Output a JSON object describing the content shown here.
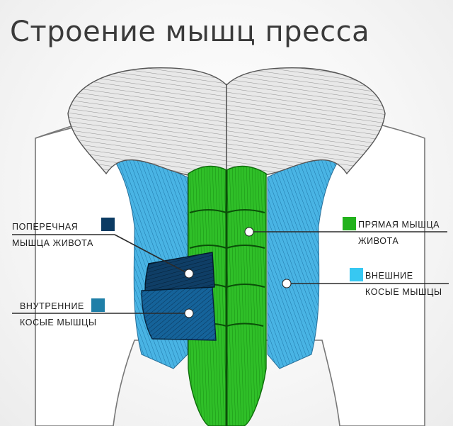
{
  "title": "Строение мышц пресса",
  "labels": {
    "transverse": {
      "line1": "ПОПЕРЕЧНАЯ",
      "line2": "МЫШЦА ЖИВОТА",
      "color": "#0b3b63"
    },
    "internal": {
      "line1": "ВНУТРЕННИЕ",
      "line2": "КОСЫЕ МЫШЦЫ",
      "color": "#1f7fa8"
    },
    "rectus": {
      "line1": "ПРЯМАЯ МЫШЦА",
      "line2": "ЖИВОТА",
      "color": "#22b21c"
    },
    "external": {
      "line1": "ВНЕШНИЕ",
      "line2": "КОСЫЕ МЫШЦЫ",
      "color": "#37c8f2"
    }
  },
  "colors": {
    "pectoral": "#d9d9d9",
    "rectus": "#25a81f",
    "external_oblique": "#3aa6d8",
    "internal_oblique": "#0e3f6b",
    "outline": "#555555"
  }
}
